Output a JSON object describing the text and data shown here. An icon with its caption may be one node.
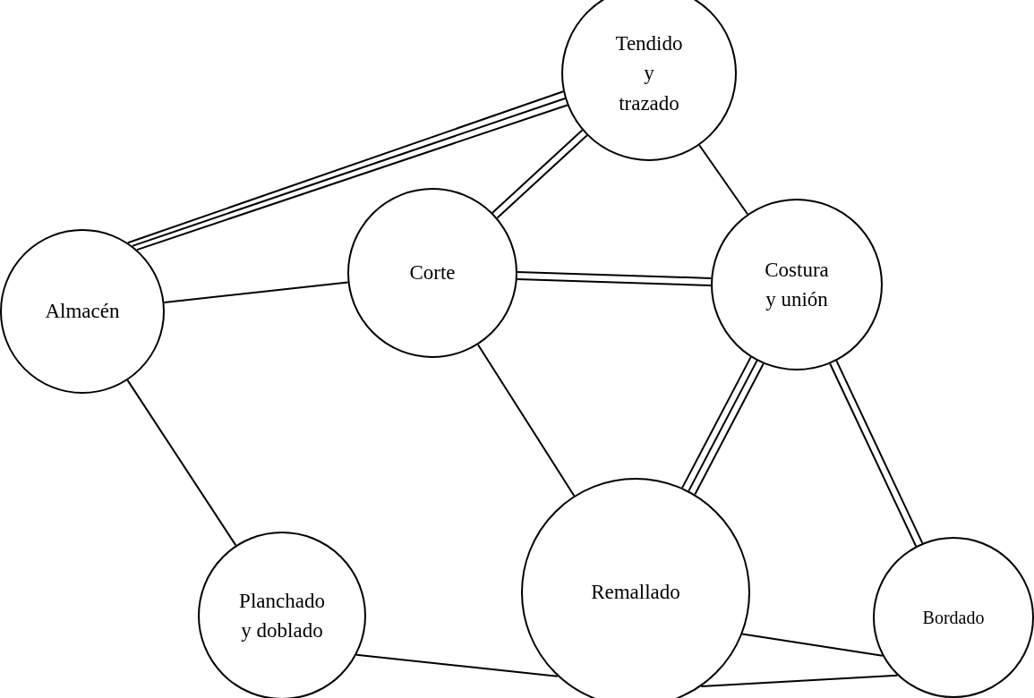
{
  "diagram": {
    "nodes": [
      {
        "text": [
          "Tendido y trazado"
        ]
      },
      {
        "text": [
          "Almacén"
        ]
      },
      {
        "text": [
          "Corte"
        ]
      },
      {
        "text": [
          "Costura y unión"
        ]
      },
      {
        "text": [
          "Planchado y doblado"
        ]
      },
      {
        "text": [
          "Remallado"
        ]
      },
      {
        "text": [
          "Bordado"
        ]
      }
    ],
    "edges": [
      {
        "from": 1,
        "to": 0,
        "arrow": "none"
      },
      {
        "from": 1,
        "to": 0,
        "arrow": "none"
      },
      {
        "from": 1,
        "to": 0,
        "arrow": "none"
      },
      {
        "from": 1,
        "to": 2,
        "arrow": "none"
      },
      {
        "from": 1,
        "to": 4,
        "arrow": "none"
      },
      {
        "from": 2,
        "to": 0,
        "arrow": "none"
      },
      {
        "from": 2,
        "to": 0,
        "arrow": "none"
      },
      {
        "from": 0,
        "to": 3,
        "arrow": "none"
      },
      {
        "from": 2,
        "to": 3,
        "arrow": "none"
      },
      {
        "from": 2,
        "to": 3,
        "arrow": "none"
      },
      {
        "from": 2,
        "to": 5,
        "arrow": "none"
      },
      {
        "from": 3,
        "to": 5,
        "arrow": "none"
      },
      {
        "from": 3,
        "to": 5,
        "arrow": "none"
      },
      {
        "from": 3,
        "to": 5,
        "arrow": "none"
      },
      {
        "from": 3,
        "to": 6,
        "arrow": "none"
      },
      {
        "from": 3,
        "to": 6,
        "arrow": "none"
      },
      {
        "from": 5,
        "to": 6,
        "arrow": "none"
      },
      {
        "from": 4,
        "to": 5,
        "arrow": "none"
      },
      {
        "from": 5,
        "to": 6,
        "arrow": "none"
      }
    ]
  }
}
